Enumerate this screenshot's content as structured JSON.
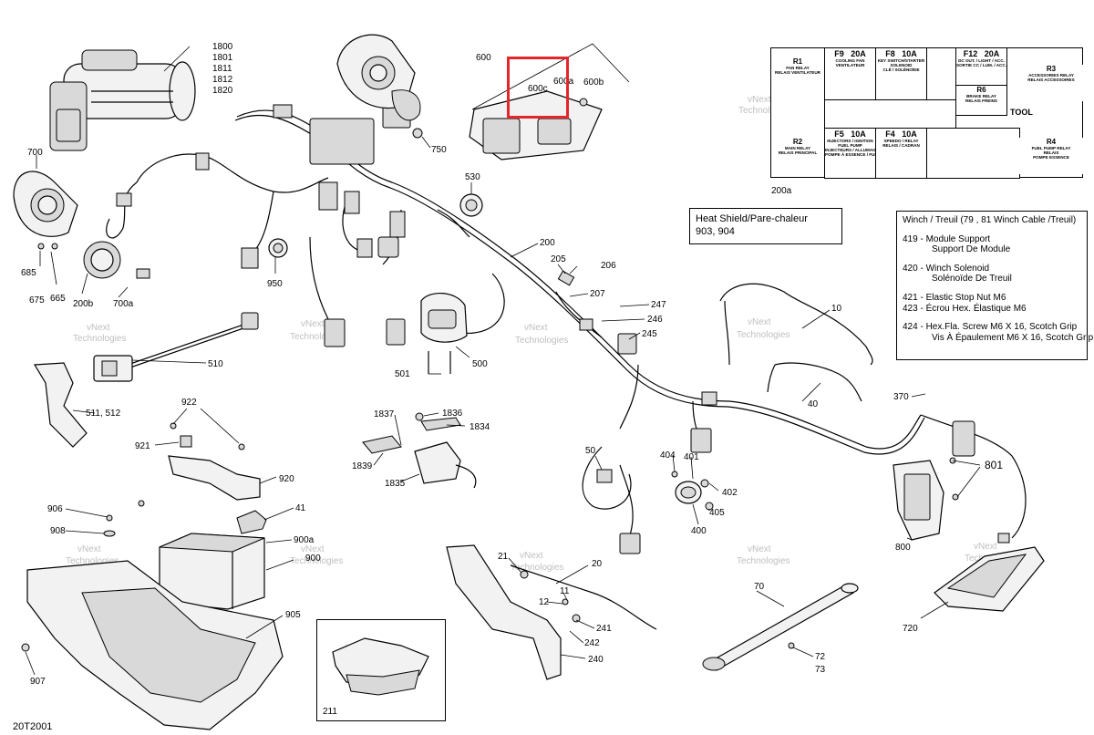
{
  "part_labels": {
    "p1800": "1800",
    "p1801": "1801",
    "p1811": "1811",
    "p1812": "1812",
    "p1820": "1820",
    "p600": "600",
    "p600c": "600c",
    "p600a": "600a",
    "p600b": "600b",
    "p700": "700",
    "p685": "685",
    "p675": "675",
    "p665": "665",
    "p200b": "200b",
    "p700a": "700a",
    "p750": "750",
    "p530": "530",
    "p950": "950",
    "p200": "200",
    "p205": "205",
    "p206": "206",
    "p207": "207",
    "p247": "247",
    "p246": "246",
    "p245": "245",
    "p10": "10",
    "p40": "40",
    "p510": "510",
    "p511": "511, 512",
    "p501": "501",
    "p500": "500",
    "p370": "370",
    "p922": "922",
    "p921": "921",
    "p920": "920",
    "p1837": "1837",
    "p1836": "1836",
    "p1834": "1834",
    "p1839": "1839",
    "p1835": "1835",
    "p50": "50",
    "p404": "404",
    "p401": "401",
    "p402": "402",
    "p405": "405",
    "p400": "400",
    "p801": "801",
    "p800": "800",
    "p906": "906",
    "p908": "908",
    "p41": "41",
    "p900a": "900a",
    "p900": "900",
    "p905": "905",
    "p907": "907",
    "p21": "21",
    "p20": "20",
    "p12": "12",
    "p11": "11",
    "p241": "241",
    "p242": "242",
    "p240": "240",
    "p70": "70",
    "p72": "72",
    "p73": "73",
    "p720": "720",
    "p211": "211",
    "p200a": "200a"
  },
  "watermark": {
    "line1": "vNext",
    "line2": "Technologies"
  },
  "fuse_box": {
    "f9": {
      "id": "F9",
      "amp": "20A",
      "sub1": "COOLING FAN",
      "sub2": "VENTILATEUR"
    },
    "f8": {
      "id": "F8",
      "amp": "10A",
      "sub1": "KEY SWITCH/STARTER",
      "sub2": "SOLENOID",
      "sub3": "CLÉ / SOLÉNOÏDE"
    },
    "f12": {
      "id": "F12",
      "amp": "20A",
      "sub1": "DC OUT. / LIGHT / ACC.",
      "sub2": "SORTIE CC / LUM. / ACC."
    },
    "f5": {
      "id": "F5",
      "amp": "10A",
      "sub1": "INJECTORS / IGNITION",
      "sub2": "FUEL PUMP",
      "sub3": "INJECTEURS / ALLUMAGE",
      "sub4": "POMPE À ESSENCE / FUEL PUMP"
    },
    "f4": {
      "id": "F4",
      "amp": "10A",
      "sub1": "SPEEDO / RELAY",
      "sub2": "RELAIS / CADRAN"
    },
    "r1": {
      "id": "R1",
      "sub1": "FAN RELAY",
      "sub2": "RELAIS VENTILATEUR"
    },
    "r2": {
      "id": "R2",
      "sub1": "MAIN RELAY",
      "sub2": "RELAIS PRINCIPAL"
    },
    "r3": {
      "id": "R3",
      "sub1": "ACCESSORIES RELAY",
      "sub2": "RELAIS ACCESSOIRES"
    },
    "r4": {
      "id": "R4",
      "sub1": "FUEL PUMP RELAY",
      "sub2": "RELAIS",
      "sub3": "POMPE ESSENCE"
    },
    "r6": {
      "id": "R6",
      "sub1": "BRAKE RELAY",
      "sub2": "RELAIS FREINS"
    },
    "tool": "TOOL"
  },
  "heat_shield": {
    "line1": "Heat Shield/Pare-chaleur",
    "line2": "903, 904"
  },
  "winch": {
    "title": "Winch / Treuil (79 , 81 Winch Cable /Treuil)",
    "items": [
      {
        "line1": "419 - Module Support",
        "line2": "Support De Module"
      },
      {
        "line1": "420 - Winch Solenoid",
        "line2": "Solénoïde De Treuil"
      },
      {
        "line1": "421 - Elastic Stop Nut M6",
        "line2": "423 -  Écrou Hex. Élastique M6"
      },
      {
        "line1": "424 - Hex.Fla. Screw M6 X 16, Scotch Grip",
        "line2": "Vis À Épaulement M6 X 16, Scotch Grip"
      }
    ]
  },
  "doc_code": "20T2001",
  "colors": {
    "highlight": "#e3262a",
    "watermark": "#bfbfbf"
  }
}
